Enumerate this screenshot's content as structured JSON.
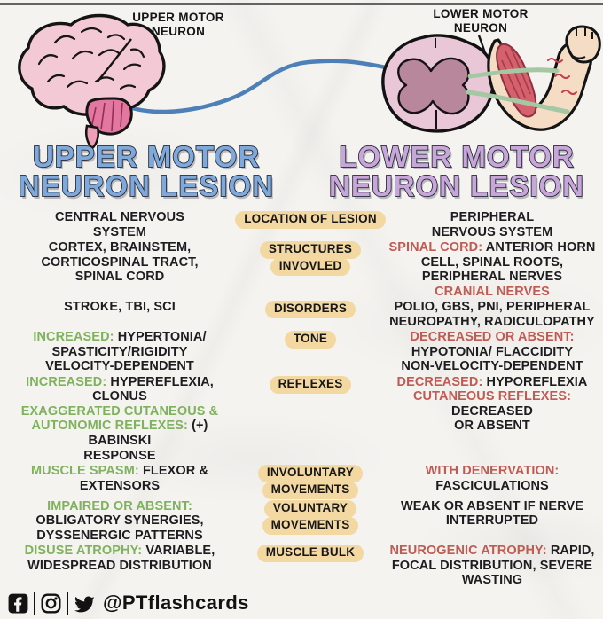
{
  "colors": {
    "blue-title": "#7fa9da",
    "purple-title": "#c9a6da",
    "pill": "#f3d8a1",
    "green": "#7fb25c",
    "red": "#c05b53",
    "ink": "#1d1d1f",
    "axon-blue": "#4d80b6",
    "nerve-green": "#a3c8a3",
    "brain-pink": "#f4c9d6",
    "cerebellum-pink": "#e2789f",
    "cord-pink": "#eac7d7",
    "gray-matter": "#b9879b",
    "skin": "#f5dcc4",
    "muscle-red": "#d4616c"
  },
  "top_labels": {
    "left": "UPPER MOTOR\nNEURON",
    "right": "LOWER MOTOR\nNEURON"
  },
  "titles": {
    "left": {
      "line1": "UPPER MOTOR",
      "line2": "NEURON LESION"
    },
    "right": {
      "line1": "LOWER MOTOR",
      "line2": "NEURON LESION"
    }
  },
  "table": {
    "rows": [
      {
        "label_lines": [
          "LOCATION OF LESION"
        ],
        "left": [
          {
            "t": "CENTRAL NERVOUS\nSYSTEM",
            "c": "dark"
          }
        ],
        "right": [
          {
            "t": "PERIPHERAL\nNERVOUS SYSTEM",
            "c": "dark"
          }
        ]
      },
      {
        "label_lines": [
          "STRUCTURES",
          "INVOVLED"
        ],
        "left": [
          {
            "t": "CORTEX, BRAINSTEM,\nCORTICOSPINAL TRACT,\nSPINAL CORD",
            "c": "dark"
          }
        ],
        "right": [
          {
            "t": "SPINAL CORD: ",
            "c": "red"
          },
          {
            "t": "ANTERIOR HORN\nCELL, SPINAL ROOTS,\nPERIPHERAL NERVES\n",
            "c": "dark"
          },
          {
            "t": "CRANIAL NERVES",
            "c": "red"
          }
        ]
      },
      {
        "label_lines": [
          "DISORDERS"
        ],
        "left": [
          {
            "t": "STROKE, TBI, SCI",
            "c": "dark"
          }
        ],
        "right": [
          {
            "t": "POLIO, GBS, PNI, PERIPHERAL\nNEUROPATHY, RADICULOPATHY",
            "c": "dark"
          }
        ]
      },
      {
        "label_lines": [
          "TONE"
        ],
        "left": [
          {
            "t": "INCREASED: ",
            "c": "green"
          },
          {
            "t": "HYPERTONIA/\nSPASTICITY/RIGIDITY\nVELOCITY-DEPENDENT",
            "c": "dark"
          }
        ],
        "right": [
          {
            "t": "DECREASED OR ABSENT:\n",
            "c": "red"
          },
          {
            "t": "HYPOTONIA/ FLACCIDITY\nNON-VELOCITY-DEPENDENT",
            "c": "dark"
          }
        ]
      },
      {
        "label_lines": [
          "REFLEXES"
        ],
        "left": [
          {
            "t": "INCREASED: ",
            "c": "green"
          },
          {
            "t": "HYPEREFLEXIA, CLONUS\n",
            "c": "dark"
          },
          {
            "t": "EXAGGERATED CUTANEOUS &\nAUTONOMIC REFLEXES: ",
            "c": "green"
          },
          {
            "t": "(+) BABINSKI\nRESPONSE",
            "c": "dark"
          }
        ],
        "right": [
          {
            "t": "DECREASED: ",
            "c": "red"
          },
          {
            "t": "HYPOREFLEXIA\n",
            "c": "dark"
          },
          {
            "t": "CUTANEOUS REFLEXES: ",
            "c": "red"
          },
          {
            "t": "DECREASED\nOR ABSENT",
            "c": "dark"
          }
        ]
      },
      {
        "label_lines": [
          "INVOLUNTARY",
          "MOVEMENTS"
        ],
        "left": [
          {
            "t": "MUSCLE SPASM: ",
            "c": "green"
          },
          {
            "t": "FLEXOR &\nEXTENSORS",
            "c": "dark"
          }
        ],
        "right": [
          {
            "t": "WITH DENERVATION:\n",
            "c": "red"
          },
          {
            "t": "FASCICULATIONS",
            "c": "dark"
          }
        ]
      },
      {
        "label_lines": [
          "VOLUNTARY",
          "MOVEMENTS"
        ],
        "left": [
          {
            "t": "IMPAIRED OR ABSENT:\n",
            "c": "green"
          },
          {
            "t": "OBLIGATORY SYNERGIES,\nDYSSENERGIC PATTERNS",
            "c": "dark"
          }
        ],
        "right": [
          {
            "t": "WEAK OR ABSENT IF NERVE\nINTERRUPTED",
            "c": "dark"
          }
        ]
      },
      {
        "label_lines": [
          "MUSCLE BULK"
        ],
        "left": [
          {
            "t": "DISUSE ATROPHY: ",
            "c": "green"
          },
          {
            "t": "VARIABLE,\nWIDESPREAD DISTRIBUTION",
            "c": "dark"
          }
        ],
        "right": [
          {
            "t": "NEUROGENIC ATROPHY: ",
            "c": "red"
          },
          {
            "t": "RAPID,\nFOCAL DISTRIBUTION, SEVERE\nWASTING",
            "c": "dark"
          }
        ]
      }
    ]
  },
  "footer": {
    "handle": "@PTflashcards",
    "icons": [
      "facebook-icon",
      "instagram-icon",
      "twitter-icon"
    ]
  }
}
